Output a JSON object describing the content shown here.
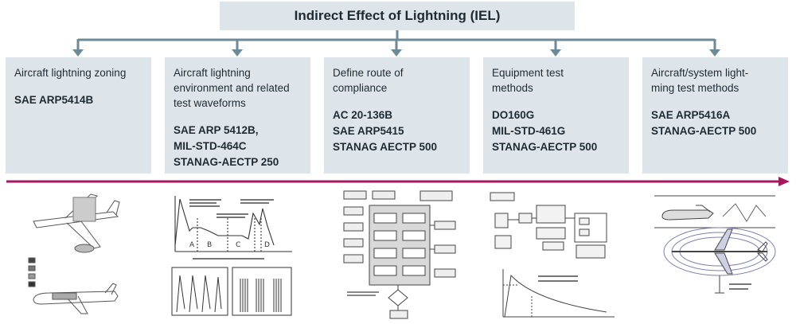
{
  "title": "Indirect Effect of Lightning (IEL)",
  "colors": {
    "box_bg": "#dde5ea",
    "connector": "#6d8a98",
    "timeline": "#a3195b",
    "title_text": "#1f2a33"
  },
  "columns": [
    {
      "description": "Aircraft lightning zoning",
      "standards": "SAE ARP5414B",
      "image": "aircraft-zoning-drawing"
    },
    {
      "description": "Aircraft lightning\nenvironment and related\ntest waveforms",
      "standards": "SAE ARP 5412B,\nMIL-STD-464C\nSTANAG-AECTP 250",
      "image": "waveform-charts"
    },
    {
      "description": "Define route of\ncompliance",
      "standards": "AC 20-136B\nSAE ARP5415\nSTANAG AECTP 500",
      "image": "compliance-flowchart"
    },
    {
      "description": "Equipment test\nmethods",
      "standards": "DO160G\nMIL-STD-461G\nSTANAG-AECTP 500",
      "image": "test-setup-diagram"
    },
    {
      "description": "Aircraft/system light-\nming test methods",
      "standards": "SAE ARP5416A\nSTANAG-AECTP 500",
      "image": "aircraft-test-drawing"
    }
  ]
}
